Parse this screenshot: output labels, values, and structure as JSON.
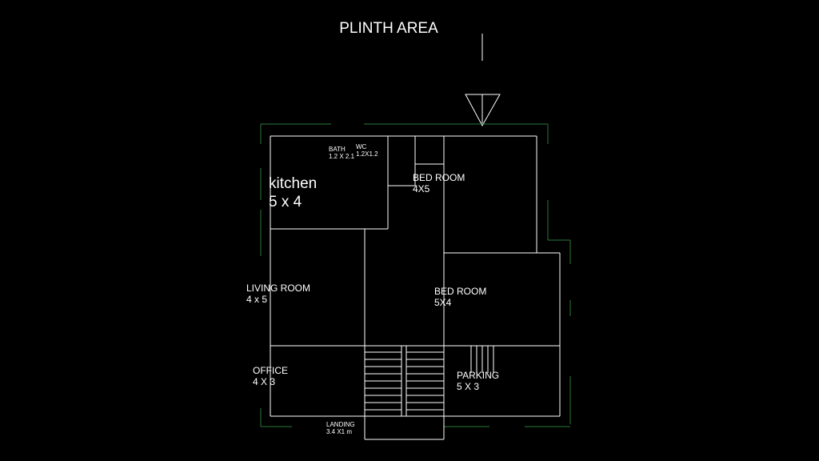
{
  "title": "PLINTH AREA",
  "colors": {
    "background": "#000000",
    "lines": "#ffffff",
    "boundary": "#2a7a3a"
  },
  "rooms": {
    "kitchen": {
      "name": "kitchen",
      "size": "5 x 4"
    },
    "bath": {
      "name": "BATH",
      "size": "1.2 X 2.1"
    },
    "wc": {
      "name": "WC",
      "size": "1.2X1.2"
    },
    "bedroom1": {
      "name": "BED ROOM",
      "size": "4X5"
    },
    "living": {
      "name": "LIVING ROOM",
      "size": "4 x 5"
    },
    "bedroom2": {
      "name": "BED ROOM",
      "size": "5X4"
    },
    "office": {
      "name": "OFFICE",
      "size": "4 X 3"
    },
    "parking": {
      "name": "PARKING",
      "size": "5 X 3"
    },
    "landing": {
      "name": "LANDING",
      "size": "3.4 X1 m"
    }
  }
}
